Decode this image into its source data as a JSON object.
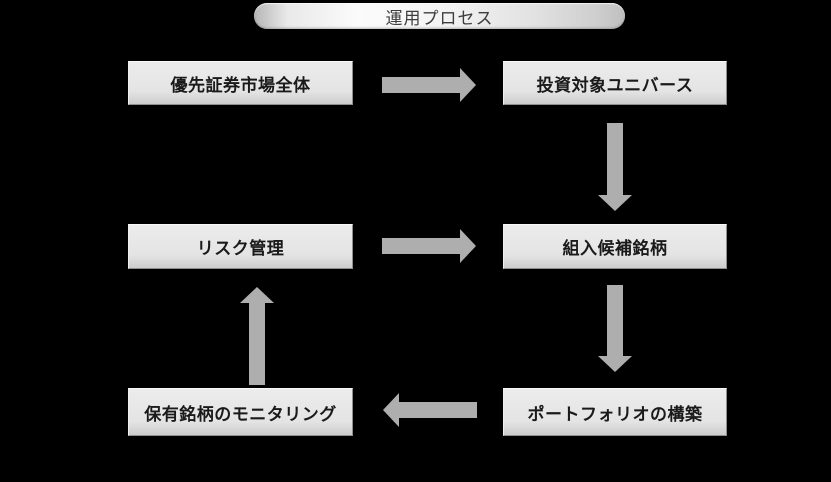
{
  "header": {
    "title": "運用プロセス"
  },
  "diagram": {
    "nodes": {
      "market": "優先証券市場全体",
      "universe": "投資対象ユニバース",
      "risk": "リスク管理",
      "candidates": "組入候補銘柄",
      "portfolio": "ポートフォリオの構築",
      "monitoring": "保有銘柄のモニタリング"
    },
    "edges": [
      {
        "from": "優先証券市場全体",
        "to": "投資対象ユニバース",
        "direction": "right"
      },
      {
        "from": "投資対象ユニバース",
        "to": "組入候補銘柄",
        "direction": "down"
      },
      {
        "from": "リスク管理",
        "to": "組入候補銘柄",
        "direction": "right"
      },
      {
        "from": "組入候補銘柄",
        "to": "ポートフォリオの構築",
        "direction": "down"
      },
      {
        "from": "ポートフォリオの構築",
        "to": "保有銘柄のモニタリング",
        "direction": "left"
      },
      {
        "from": "保有銘柄のモニタリング",
        "to": "リスク管理",
        "direction": "up"
      }
    ]
  },
  "colors": {
    "background": "#000000",
    "node_fill": "#e4e4e4",
    "node_border_dark": "#8f8f8f",
    "node_text": "#1a1a1a",
    "arrow": "#aeaeae",
    "pill_text": "#3d3d3d"
  }
}
